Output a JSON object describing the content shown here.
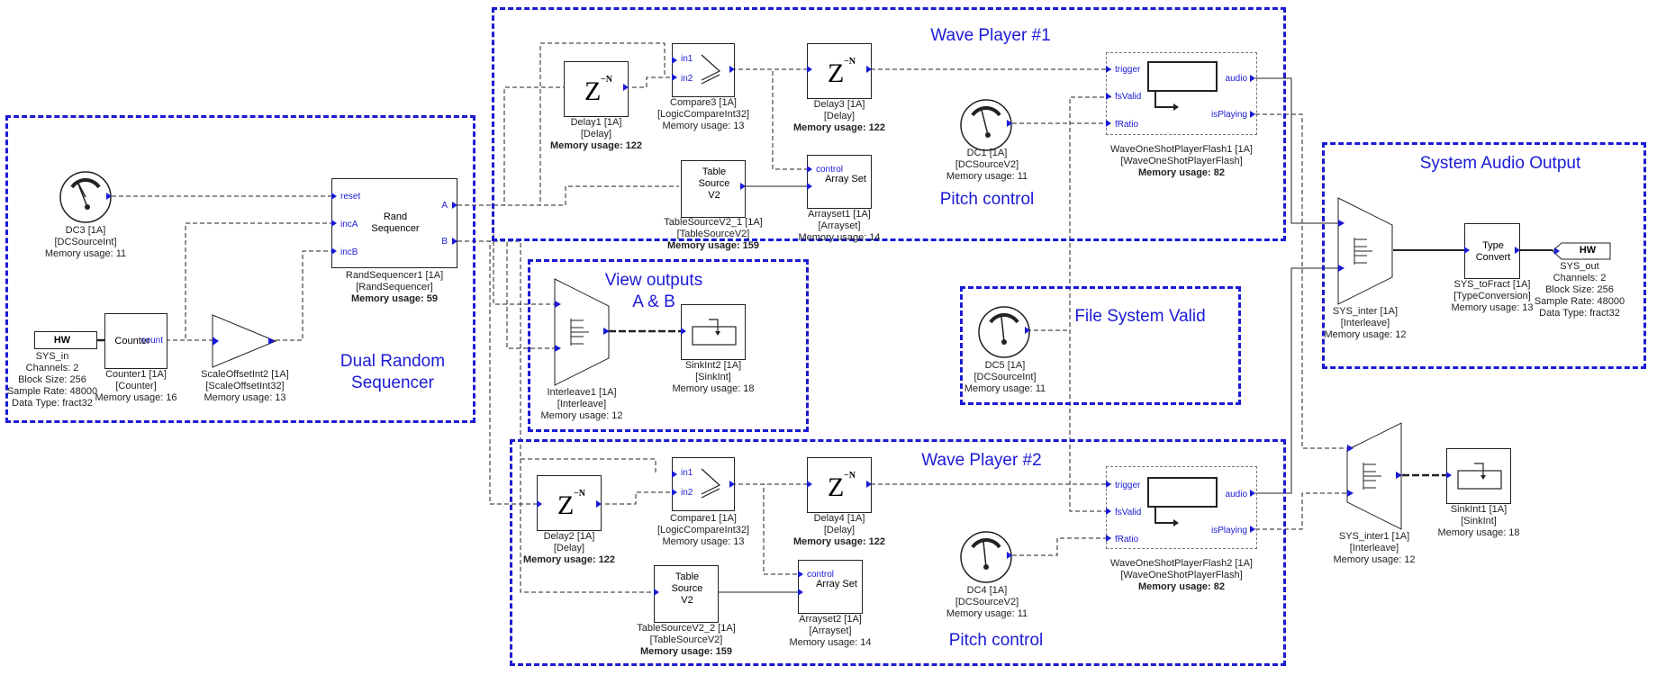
{
  "groups": {
    "wave_player_1": "Wave Player #1",
    "wave_player_2": "Wave Player #2",
    "system_audio_output": "System Audio Output",
    "view_outputs": "View outputs\nA & B",
    "file_system_valid": "File System Valid",
    "dual_random_sequencer": "Dual Random\nSequencer",
    "pitch_control_1": "Pitch control",
    "pitch_control_2": "Pitch control"
  },
  "ports": {
    "reset": "reset",
    "incA": "incA",
    "incB": "incB",
    "A": "A",
    "B": "B",
    "count": "count",
    "in1": "in1",
    "in2": "in2",
    "control": "control",
    "trigger": "trigger",
    "fsValid": "fsValid",
    "fRatio": "fRatio",
    "audio": "audio",
    "isPlaying": "isPlaying"
  },
  "inner": {
    "rand_sequencer": "Rand\nSequencer",
    "counter": "Counter",
    "table_source": "Table\nSource\nV2",
    "array_set": "Array Set",
    "type_convert": "Type\nConvert",
    "hw": "HW",
    "z": "Z",
    "zsup": "−N"
  },
  "labels": {
    "dc3": [
      "DC3 [1A]",
      "[DCSourceInt]",
      "Memory usage: 11"
    ],
    "sys_in": [
      "SYS_in",
      "Channels: 2",
      "Block Size: 256",
      "Sample Rate: 48000",
      "Data Type: fract32"
    ],
    "counter1": [
      "Counter1 [1A]",
      "[Counter]",
      "Memory usage: 16"
    ],
    "scaleoffset": [
      "ScaleOffsetInt2 [1A]",
      "[ScaleOffsetInt32]",
      "Memory usage: 13"
    ],
    "randseq": [
      "RandSequencer1 [1A]",
      "[RandSequencer]",
      "Memory usage: 59"
    ],
    "delay1": [
      "Delay1 [1A]",
      "[Delay]",
      "Memory usage: 122"
    ],
    "compare3": [
      "Compare3 [1A]",
      "[LogicCompareInt32]",
      "Memory usage: 13"
    ],
    "delay3": [
      "Delay3 [1A]",
      "[Delay]",
      "Memory usage: 122"
    ],
    "tablesource1": [
      "TableSourceV2_1 [1A]",
      "[TableSourceV2]",
      "Memory usage: 159"
    ],
    "arrayset1": [
      "Arrayset1 [1A]",
      "[Arrayset]",
      "Memory usage: 14"
    ],
    "dc1": [
      "DC1 [1A]",
      "[DCSourceV2]",
      "Memory usage: 11"
    ],
    "waveplayer1": [
      "WaveOneShotPlayerFlash1 [1A]",
      "[WaveOneShotPlayerFlash]",
      "Memory usage: 82"
    ],
    "interleave1": [
      "Interleave1 [1A]",
      "[Interleave]",
      "Memory usage: 12"
    ],
    "sinkint2": [
      "SinkInt2 [1A]",
      "[SinkInt]",
      "Memory usage: 18"
    ],
    "dc5": [
      "DC5 [1A]",
      "[DCSourceInt]",
      "Memory usage: 11"
    ],
    "sys_inter": [
      "SYS_inter [1A]",
      "[Interleave]",
      "Memory usage: 12"
    ],
    "sys_tofract": [
      "SYS_toFract [1A]",
      "[TypeConversion]",
      "Memory usage: 13"
    ],
    "sys_out": [
      "SYS_out",
      "Channels: 2",
      "Block Size: 256",
      "Sample Rate: 48000",
      "Data Type: fract32"
    ],
    "delay2": [
      "Delay2 [1A]",
      "[Delay]",
      "Memory usage: 122"
    ],
    "compare1": [
      "Compare1 [1A]",
      "[LogicCompareInt32]",
      "Memory usage: 13"
    ],
    "delay4": [
      "Delay4 [1A]",
      "[Delay]",
      "Memory usage: 122"
    ],
    "tablesource2": [
      "TableSourceV2_2 [1A]",
      "[TableSourceV2]",
      "Memory usage: 159"
    ],
    "arrayset2": [
      "Arrayset2 [1A]",
      "[Arrayset]",
      "Memory usage: 14"
    ],
    "dc4": [
      "DC4 [1A]",
      "[DCSourceV2]",
      "Memory usage: 11"
    ],
    "waveplayer2": [
      "WaveOneShotPlayerFlash2 [1A]",
      "[WaveOneShotPlayerFlash]",
      "Memory usage: 82"
    ],
    "sys_inter1": [
      "SYS_inter1 [1A]",
      "[Interleave]",
      "Memory usage: 12"
    ],
    "sinkint1": [
      "SinkInt1 [1A]",
      "[SinkInt]",
      "Memory usage: 18"
    ]
  },
  "colors": {
    "group_border": "#1a1ad6",
    "port": "#1a1ad6",
    "wire": "#222222"
  }
}
